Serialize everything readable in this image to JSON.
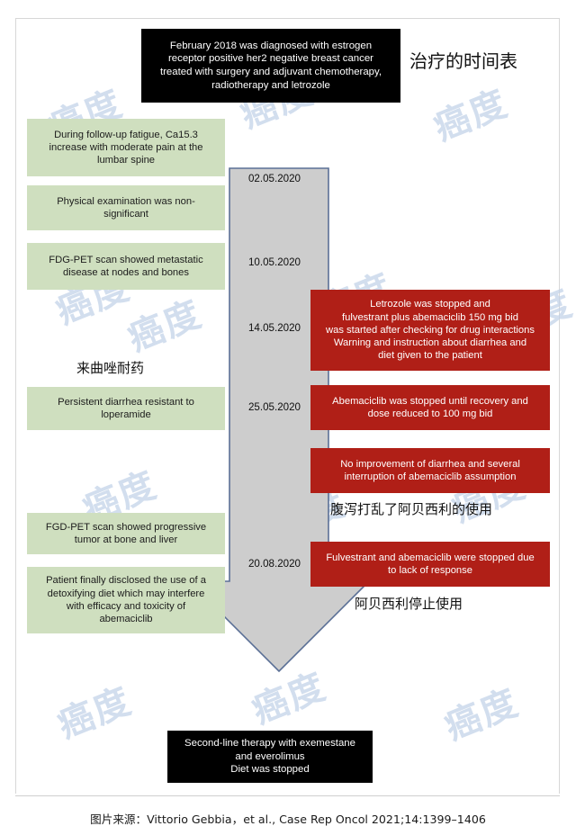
{
  "diagram": {
    "title": "治疗的时间表",
    "diagnosis_box": "February 2018 was diagnosed with estrogen\nreceptor positive her2 negative breast cancer\ntreated with surgery and adjuvant chemotherapy,\nradiotherapy and letrozole",
    "outcome_box": "Second-line therapy with exemestane\nand everolimus\nDiet was stopped",
    "left_events": [
      {
        "id": "followup-fatigue",
        "text": "During follow-up fatigue, Ca15.3\nincrease with moderate pain at the\nlumbar spine"
      },
      {
        "id": "physical-exam",
        "text": "Physical examination was non-\nsignificant"
      },
      {
        "id": "fdg-pet-metastatic",
        "text": "FDG-PET scan showed metastatic\ndisease at nodes and bones"
      },
      {
        "id": "persistent-diarrhea",
        "text": "Persistent diarrhea resistant to\nloperamide"
      },
      {
        "id": "fgd-pet-progressive",
        "text": "FGD-PET scan showed progressive\ntumor at bone and liver"
      },
      {
        "id": "detox-diet-disclosed",
        "text": "Patient finally disclosed the use of a\ndetoxifying diet which may interfere\nwith efficacy and toxicity of\nabemaciclib"
      }
    ],
    "right_events": [
      {
        "id": "letrozole-stopped",
        "text": "Letrozole was stopped and\nfulvestrant plus abemaciclib 150 mg bid\nwas started after checking for drug interactions\nWarning and instruction about diarrhea and\ndiet given to the patient"
      },
      {
        "id": "abemaciclib-dose-reduced",
        "text": "Abemaciclib was stopped until recovery and\ndose reduced to 100 mg bid"
      },
      {
        "id": "no-improvement-diarrhea",
        "text": "No improvement of diarrhea and several\ninterruption of abemaciclib assumption"
      },
      {
        "id": "treatment-stopped",
        "text": "Fulvestrant and abemaciclib were stopped due\nto lack of response"
      }
    ],
    "annotations": [
      {
        "id": "letrozole-resistance",
        "text": "来曲唑耐药"
      },
      {
        "id": "diarrhea-disrupted",
        "text": "腹泻打乱了阿贝西利的使用"
      },
      {
        "id": "abemaciclib-stopped",
        "text": "阿贝西利停止使用"
      }
    ],
    "dates": [
      {
        "id": "date-1",
        "text": "02.05.2020"
      },
      {
        "id": "date-2",
        "text": "10.05.2020"
      },
      {
        "id": "date-3",
        "text": "14.05.2020"
      },
      {
        "id": "date-4",
        "text": "25.05.2020"
      },
      {
        "id": "date-5",
        "text": "20.08.2020"
      }
    ],
    "source_caption": "图片来源：Vittorio Gebbia，et al., Case Rep Oncol 2021;14:1399–1406",
    "watermark_text": "癌度",
    "colors": {
      "green_box": "#cfdfbf",
      "red_box": "#b01f17",
      "black_box": "#000000",
      "arrow_fill": "#cdcdcd",
      "arrow_border": "#5b7096",
      "watermark": "#c2d2e8"
    }
  }
}
